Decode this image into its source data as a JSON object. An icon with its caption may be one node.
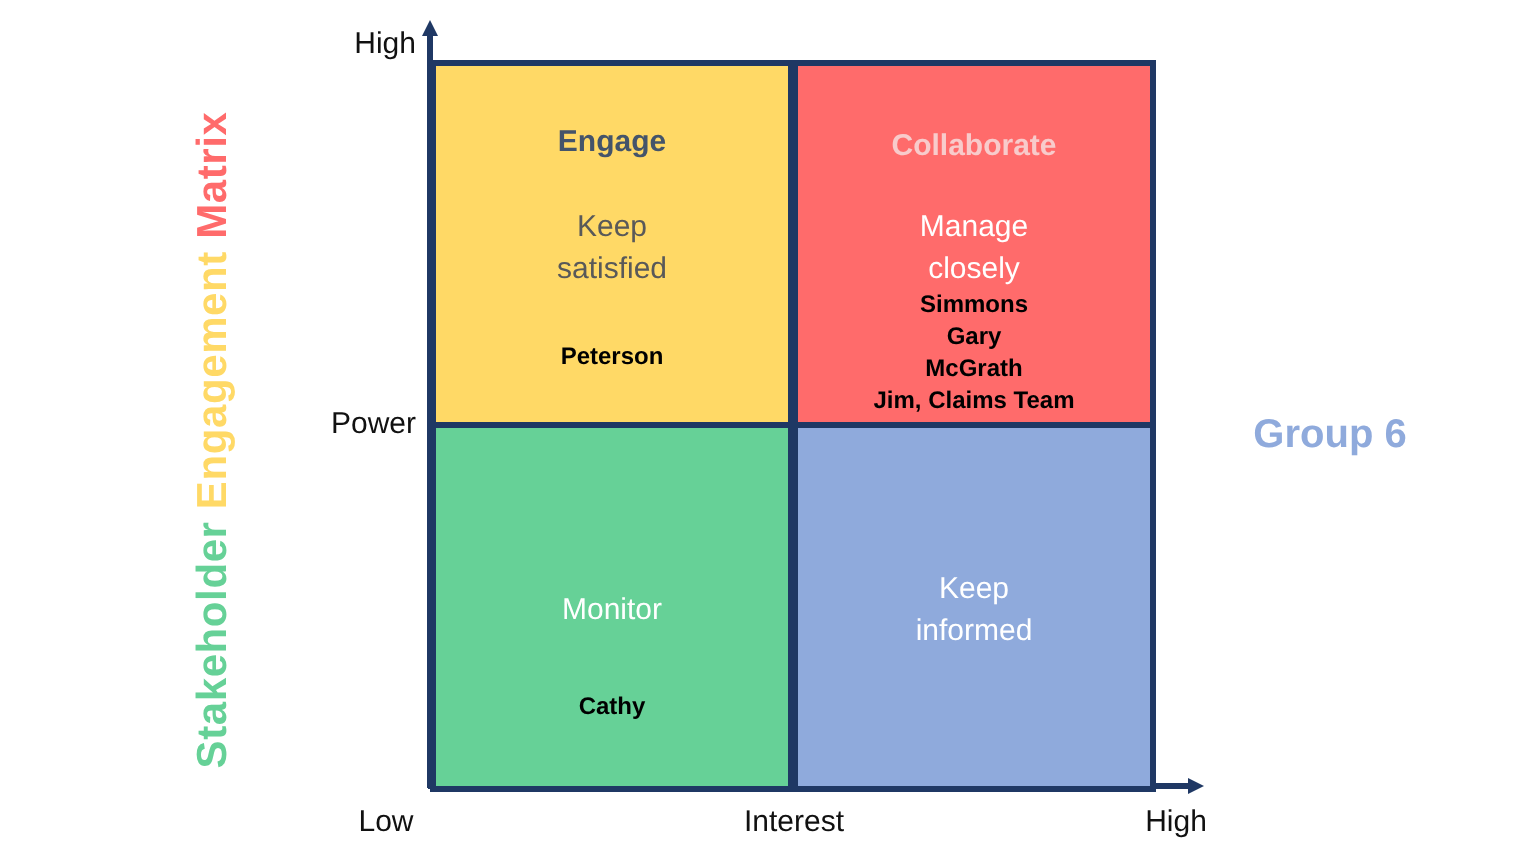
{
  "diagram": {
    "title": "Stakeholder Engagement Matrix",
    "nodes": [
      {
        "text": [
          "Engage",
          "Keep satisfied",
          "Peterson"
        ]
      },
      {
        "text": [
          "Collaborate",
          "Manage closely",
          "Simmons",
          "Gary",
          "McGrath",
          "Jim, Claims Team"
        ]
      },
      {
        "text": [
          "Monitor",
          "Cathy"
        ]
      },
      {
        "text": [
          "Keep informed"
        ]
      }
    ],
    "labels": [
      "High",
      "Power",
      "Low",
      "Interest",
      "High",
      "Group 6"
    ]
  }
}
